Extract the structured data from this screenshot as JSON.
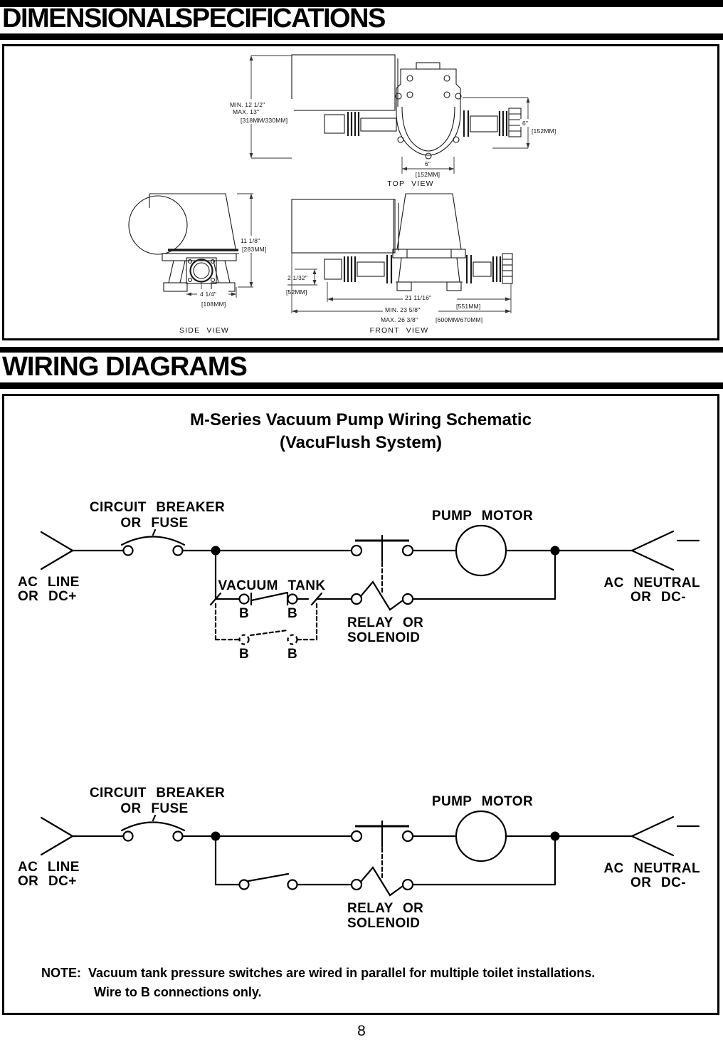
{
  "dimensional": {
    "title": "DIMENSIONAL SPECIFICATIONS",
    "top_view": {
      "label": "TOP VIEW",
      "depth_min": "MIN. 12 1/2\"",
      "depth_max": "MAX. 13\"",
      "depth_mm": "[318MM/330MM]",
      "side_in": "6\"",
      "side_mm": "[152MM]",
      "bottom_in": "6\"",
      "bottom_mm": "[152MM]"
    },
    "side_view": {
      "label": "SIDE VIEW",
      "height_in": "11 1/8\"",
      "height_mm": "[283MM]",
      "base_in": "4 1/4\"",
      "base_mm": "[108MM]"
    },
    "front_view": {
      "label": "FRONT VIEW",
      "fitting_in": "2 1/32\"",
      "fitting_mm": "[52MM]",
      "span_in": "21 11/16\"",
      "span_mm": "[551MM]",
      "width_min": "MIN. 23 5/8\"",
      "width_max": "MAX. 26 3/8\"",
      "width_mm": "[600MM/670MM]"
    }
  },
  "wiring": {
    "title": "WIRING DIAGRAMS",
    "schematic_title": "M-Series Vacuum Pump Wiring Schematic",
    "schematic_subtitle": "(VacuFlush System)",
    "labels": {
      "breaker1": "CIRCUIT BREAKER",
      "breaker2": "OR FUSE",
      "acline1": "AC LINE",
      "acline2": "OR DC+",
      "vacuum_tank": "VACUUM TANK",
      "pump_motor": "PUMP MOTOR",
      "relay1": "RELAY OR",
      "relay2": "SOLENOID",
      "acneutral1": "AC NEUTRAL",
      "acneutral2": "OR DC-",
      "b": "B"
    },
    "note_label": "NOTE:",
    "note_line1": "Vacuum tank pressure switches are wired in parallel for multiple toilet installations.",
    "note_line2": "Wire to B connections only."
  },
  "page_number": "8"
}
